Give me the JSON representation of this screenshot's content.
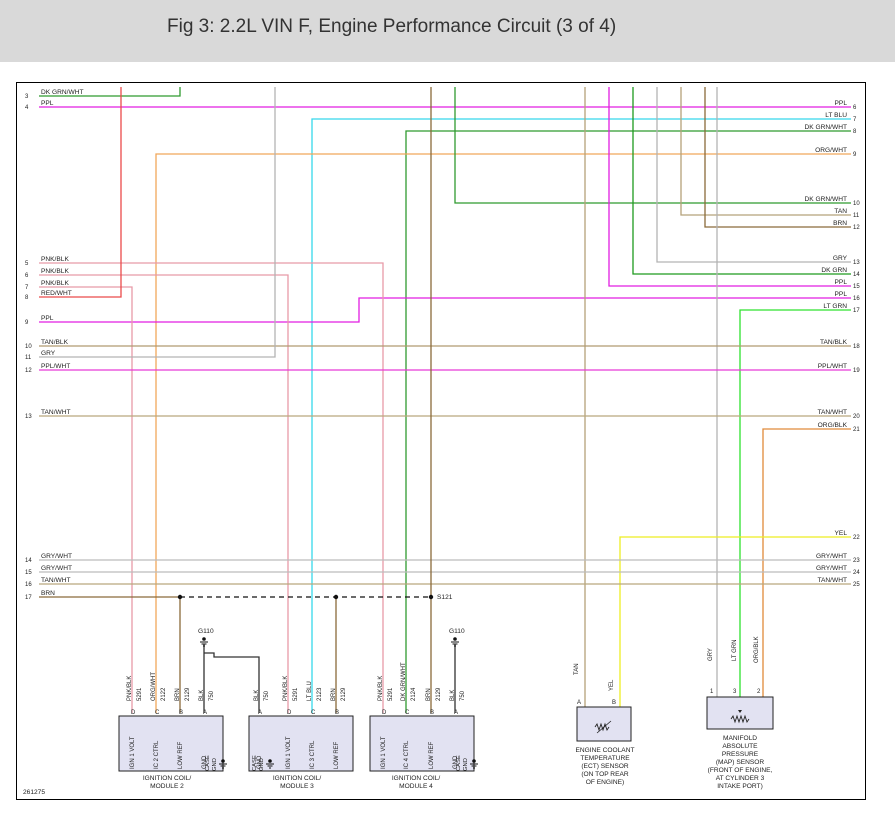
{
  "header": {
    "title": "Fig 3: 2.2L VIN F, Engine Performance Circuit (3 of 4)"
  },
  "colors": {
    "PPL": "#e21ee2",
    "LT BLU": "#35d8ec",
    "DK GRN/WHT": "#2f9a2f",
    "ORG/WHT": "#f0a75a",
    "DK GRN": "#1e9a1e",
    "TAN": "#b5a27a",
    "BRN": "#8a6a3a",
    "GRY": "#b3b3b3",
    "PNK/BLK": "#e89aa8",
    "RED/WHT": "#ea4a4a",
    "TAN/BLK": "#b09a72",
    "PPL/WHT": "#e83ad8",
    "TAN/WHT": "#b9a87e",
    "ORG/BLK": "#e08a3a",
    "LT GRN": "#2ee22e",
    "YEL": "#eeee22",
    "GRY/WHT": "#bcbcbc",
    "BLK": "#333333"
  },
  "left_pins": [
    {
      "num": "3",
      "label": "DK GRN/WHT"
    },
    {
      "num": "4",
      "label": "PPL"
    },
    {
      "num": "5",
      "label": "PNK/BLK"
    },
    {
      "num": "6",
      "label": "PNK/BLK"
    },
    {
      "num": "7",
      "label": "PNK/BLK"
    },
    {
      "num": "8",
      "label": "RED/WHT"
    },
    {
      "num": "9",
      "label": "PPL"
    },
    {
      "num": "10",
      "label": "TAN/BLK"
    },
    {
      "num": "11",
      "label": "GRY"
    },
    {
      "num": "12",
      "label": "PPL/WHT"
    },
    {
      "num": "13",
      "label": "TAN/WHT"
    },
    {
      "num": "14",
      "label": "GRY/WHT"
    },
    {
      "num": "15",
      "label": "GRY/WHT"
    },
    {
      "num": "16",
      "label": "TAN/WHT"
    },
    {
      "num": "17",
      "label": "BRN"
    }
  ],
  "right_pins": [
    {
      "num": "6",
      "label": "PPL"
    },
    {
      "num": "7",
      "label": "LT BLU"
    },
    {
      "num": "8",
      "label": "DK GRN/WHT"
    },
    {
      "num": "9",
      "label": "ORG/WHT"
    },
    {
      "num": "10",
      "label": "DK GRN/WHT"
    },
    {
      "num": "11",
      "label": "TAN"
    },
    {
      "num": "12",
      "label": "BRN"
    },
    {
      "num": "13",
      "label": "GRY"
    },
    {
      "num": "14",
      "label": "DK GRN"
    },
    {
      "num": "15",
      "label": "PPL"
    },
    {
      "num": "16",
      "label": "PPL"
    },
    {
      "num": "17",
      "label": "LT GRN"
    },
    {
      "num": "18",
      "label": "TAN/BLK"
    },
    {
      "num": "19",
      "label": "PPL/WHT"
    },
    {
      "num": "20",
      "label": "TAN/WHT"
    },
    {
      "num": "21",
      "label": "ORG/BLK"
    },
    {
      "num": "22",
      "label": "YEL"
    },
    {
      "num": "23",
      "label": "GRY/WHT"
    },
    {
      "num": "24",
      "label": "GRY/WHT"
    },
    {
      "num": "25",
      "label": "TAN/WHT"
    }
  ],
  "splice": {
    "label": "S121"
  },
  "grounds": [
    {
      "label": "G110"
    },
    {
      "label": "G110"
    }
  ],
  "modules": [
    {
      "name": "IGNITION COIL/ MODULE 2",
      "name_lines": [
        "IGNITION COIL/",
        "MODULE 2"
      ],
      "pins": [
        {
          "letter": "D",
          "func": "IGN 1 VOLT",
          "circuit": "5291",
          "wire": "PNK/BLK"
        },
        {
          "letter": "C",
          "func": "IC 2 CTRL",
          "circuit": "2122",
          "wire": "ORG/WHT"
        },
        {
          "letter": "B",
          "func": "LOW REF",
          "circuit": "2129",
          "wire": "BRN"
        },
        {
          "letter": "A",
          "func": "GND",
          "circuit": "750",
          "wire": "BLK"
        }
      ],
      "case_gnd": "CASE GND"
    },
    {
      "name": "IGNITION COIL/ MODULE 3",
      "name_lines": [
        "IGNITION COIL/",
        "MODULE 3"
      ],
      "pins": [
        {
          "letter": "A",
          "func": "GND",
          "circuit": "750",
          "wire": "BLK"
        },
        {
          "letter": "D",
          "func": "IGN 1 VOLT",
          "circuit": "5291",
          "wire": "PNK/BLK"
        },
        {
          "letter": "C",
          "func": "IC 3 CTRL",
          "circuit": "2123",
          "wire": "LT BLU"
        },
        {
          "letter": "B",
          "func": "LOW REF",
          "circuit": "2129",
          "wire": "BRN"
        }
      ],
      "case_gnd": "CASE GND"
    },
    {
      "name": "IGNITION COIL/ MODULE 4",
      "name_lines": [
        "IGNITION COIL/",
        "MODULE 4"
      ],
      "pins": [
        {
          "letter": "D",
          "func": "IGN 1 VOLT",
          "circuit": "5291",
          "wire": "PNK/BLK"
        },
        {
          "letter": "C",
          "func": "IC 4 CTRL",
          "circuit": "2124",
          "wire": "DK GRN/WHT"
        },
        {
          "letter": "B",
          "func": "LOW REF",
          "circuit": "2129",
          "wire": "BRN"
        },
        {
          "letter": "A",
          "func": "GND",
          "circuit": "750",
          "wire": "BLK"
        }
      ],
      "case_gnd": "CASE GND"
    }
  ],
  "ect_sensor": {
    "name_lines": [
      "ENGINE COOLANT",
      "TEMPERATURE",
      "(ECT) SENSOR",
      "(ON TOP REAR",
      "OF ENGINE)"
    ],
    "pins": [
      {
        "letter": "A",
        "wire": "TAN"
      },
      {
        "letter": "B",
        "wire": "YEL"
      }
    ]
  },
  "map_sensor": {
    "name_lines": [
      "MANIFOLD",
      "ABSOLUTE",
      "PRESSURE",
      "(MAP) SENSOR",
      "(FRONT OF ENGINE,",
      "AT CYLINDER 3",
      "INTAKE PORT)"
    ],
    "pins": [
      {
        "letter": "1",
        "wire": "GRY"
      },
      {
        "letter": "3",
        "wire": "LT GRN"
      },
      {
        "letter": "2",
        "wire": "ORG/BLK"
      }
    ]
  },
  "figure_id": "261275"
}
